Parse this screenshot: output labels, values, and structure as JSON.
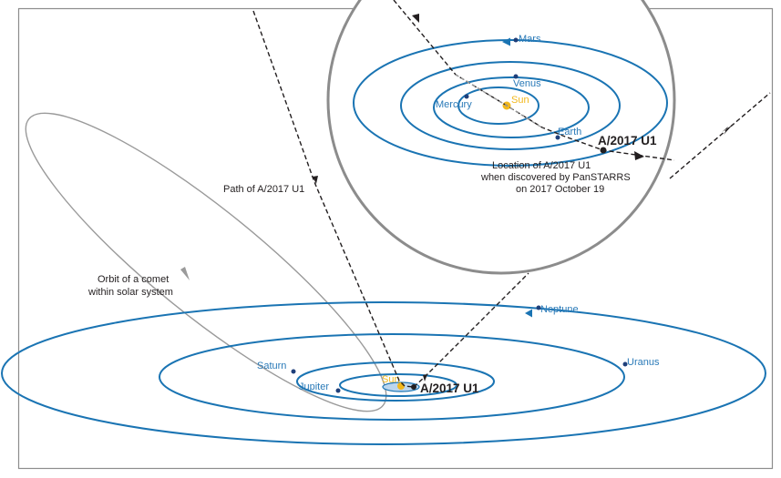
{
  "labels": {
    "mars": "Mars",
    "venus": "Venus",
    "mercury": "Mercury",
    "sun_inset": "Sun",
    "earth": "Earth",
    "object_inset": "A/2017 U1",
    "discovery_line1": "Location of A/2017 U1",
    "discovery_line2": "when discovered by PanSTARRS",
    "discovery_line3": "on 2017 October 19",
    "path_label": "Path of A/2017 U1",
    "comet_line1": "Orbit of a comet",
    "comet_line2": "within solar system",
    "neptune": "Neptune",
    "uranus": "Uranus",
    "saturn": "Saturn",
    "jupiter": "Jupiter",
    "sun_main": "Sun",
    "object_main": "A/2017 U1"
  },
  "colors": {
    "orbit": "#1a74b3",
    "planet": "#1e3f7a",
    "sun": "#f2b81c",
    "path": "#231f20",
    "comet_orbit": "#9a9a9a",
    "inset_border": "#8c8c8c",
    "frame": "#8c8c8c"
  }
}
